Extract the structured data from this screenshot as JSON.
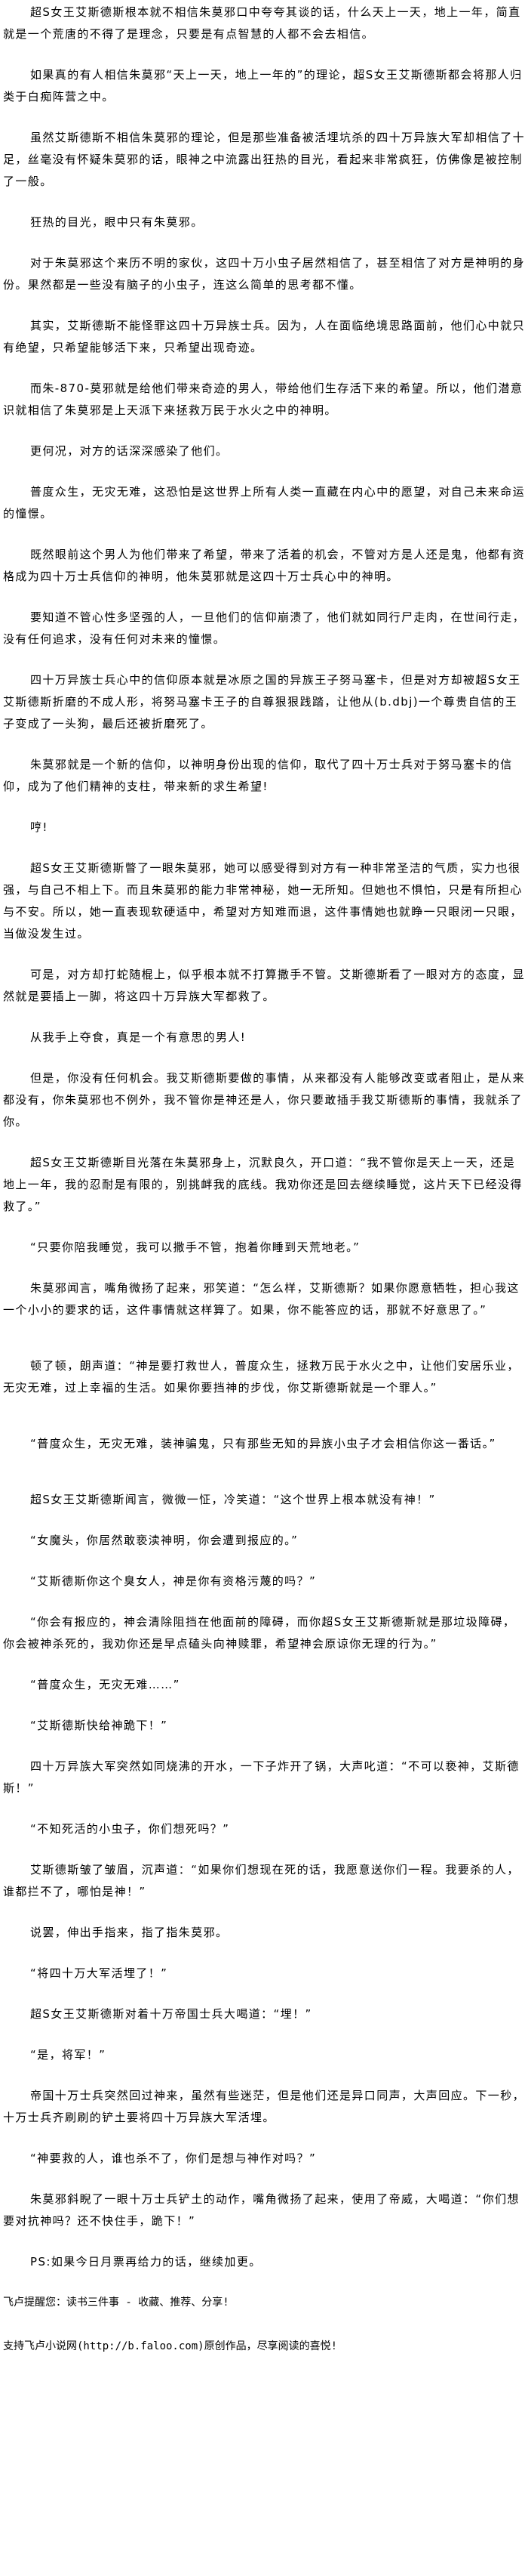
{
  "article": {
    "paragraphs": [
      "超S女王艾斯德斯根本就不相信朱莫邪口中夸夸其谈的话，什么天上一天，地上一年，简直就是一个荒唐的不得了是理念，只要是有点智慧的人都不会去相信。",
      "如果真的有人相信朱莫邪“天上一天，地上一年的”的理论，超S女王艾斯德斯都会将那人归类于白痴阵营之中。",
      "虽然艾斯德斯不相信朱莫邪的理论，但是那些准备被活埋坑杀的四十万异族大军却相信了十足，丝毫没有怀疑朱莫邪的话，眼神之中流露出狂热的目光，看起来非常疯狂，仿佛像是被控制了一般。",
      "狂热的目光，眼中只有朱莫邪。",
      "对于朱莫邪这个来历不明的家伙，这四十万小虫子居然相信了，甚至相信了对方是神明的身份。果然都是一些没有脑子的小虫子，连这么简单的思考都不懂。",
      "其实，艾斯德斯不能怪罪这四十万异族士兵。因为，人在面临绝境思路面前，他们心中就只有绝望，只希望能够活下来，只希望出现奇迹。",
      "而朱-870-莫邪就是给他们带来奇迹的男人，带给他们生存活下来的希望。所以，他们潜意识就相信了朱莫邪是上天派下来拯救万民于水火之中的神明。",
      "更何况，对方的话深深感染了他们。",
      "普度众生，无灾无难，这恐怕是这世界上所有人类一直藏在内心中的愿望，对自己未来命运的憧憬。",
      "既然眼前这个男人为他们带来了希望，带来了活着的机会，不管对方是人还是鬼，他都有资格成为四十万士兵信仰的神明，他朱莫邪就是这四十万士兵心中的神明。",
      "要知道不管心性多坚强的人，一旦他们的信仰崩溃了，他们就如同行尸走肉，在世间行走，没有任何追求，没有任何对未来的憧憬。",
      "四十万异族士兵心中的信仰原本就是冰原之国的异族王子努马塞卡，但是对方却被超S女王艾斯德斯折磨的不成人形，将努马塞卡王子的自尊狠狠践踏，让他从(b.dbj)一个尊贵自信的王子变成了一头狗，最后还被折磨死了。",
      "朱莫邪就是一个新的信仰，以神明身份出现的信仰，取代了四十万士兵对于努马塞卡的信仰，成为了他们精神的支柱，带来新的求生希望!",
      "哼!",
      "超S女王艾斯德斯瞥了一眼朱莫邪，她可以感受得到对方有一种非常圣洁的气质，实力也很强，与自己不相上下。而且朱莫邪的能力非常神秘，她一无所知。但她也不惧怕，只是有所担心与不安。所以，她一直表现软硬适中，希望对方知难而退，这件事情她也就睁一只眼闭一只眼，当做没发生过。",
      "可是，对方却打蛇随棍上，似乎根本就不打算撒手不管。艾斯德斯看了一眼对方的态度，显然就是要插上一脚，将这四十万异族大军都救了。",
      "从我手上夺食，真是一个有意思的男人!",
      "但是，你没有任何机会。我艾斯德斯要做的事情，从来都没有人能够改变或者阻止，是从来都没有，你朱莫邪也不例外，我不管你是神还是人，你只要敢插手我艾斯德斯的事情，我就杀了你。",
      "超S女王艾斯德斯目光落在朱莫邪身上，沉默良久，开口道：“我不管你是天上一天，还是地上一年，我的忍耐是有限的，别挑衅我的底线。我劝你还是回去继续睡觉，这片天下已经没得救了。”",
      "“只要你陪我睡觉，我可以撒手不管，抱着你睡到天荒地老。”",
      "朱莫邪闻言，嘴角微扬了起来，邪笑道：“怎么样，艾斯德斯？如果你愿意牺牲，担心我这一个小小的要求的话，这件事情就这样算了。如果，你不能答应的话，那就不好意思了。”",
      "顿了顿，朗声道：“神是要打救世人，普度众生，拯救万民于水火之中，让他们安居乐业，无灾无难，过上幸福的生活。如果你要挡神的步伐，你艾斯德斯就是一个罪人。”",
      "“普度众生，无灾无难，装神骗鬼，只有那些无知的异族小虫子才会相信你这一番话。”",
      "超S女王艾斯德斯闻言，微微一怔，冷笑道：“这个世界上根本就没有神！”",
      "“女魔头，你居然敢亵渎神明，你会遭到报应的。”",
      "“艾斯德斯你这个臭女人，神是你有资格污蔑的吗？”",
      "“你会有报应的，神会清除阻挡在他面前的障碍，而你超S女王艾斯德斯就是那垃圾障碍，你会被神杀死的，我劝你还是早点磕头向神赎罪，希望神会原谅你无理的行为。”",
      "“普度众生，无灾无难……”",
      "“艾斯德斯快给神跪下！”",
      "四十万异族大军突然如同烧沸的开水，一下子炸开了锅，大声叱道：“不可以亵神，艾斯德斯！”",
      "“不知死活的小虫子，你们想死吗？”",
      "艾斯德斯皱了皱眉，沉声道：“如果你们想现在死的话，我愿意送你们一程。我要杀的人，谁都拦不了，哪怕是神！”",
      "说罢，伸出手指来，指了指朱莫邪。",
      "“将四十万大军活埋了！”",
      "超S女王艾斯德斯对着十万帝国士兵大喝道：“埋！”",
      "“是，将军！”",
      "帝国十万士兵突然回过神来，虽然有些迷茫，但是他们还是异口同声，大声回应。下一秒，十万士兵齐刷刷的铲土要将四十万异族大军活埋。",
      "“神要救的人，谁也杀不了，你们是想与神作对吗？”",
      "朱莫邪斜睨了一眼十万士兵铲土的动作，嘴角微扬了起来，使用了帝威，大喝道：“你们想要对抗神吗？还不快住手，跪下！”",
      "PS:如果今日月票再给力的话，继续加更。"
    ]
  },
  "footer": {
    "reminder": "飞卢提醒您：读书三件事 - 收藏、推荐、分享!",
    "support": "支持飞卢小说网(http://b.faloo.com)原创作品，尽享阅读的喜悦!"
  }
}
